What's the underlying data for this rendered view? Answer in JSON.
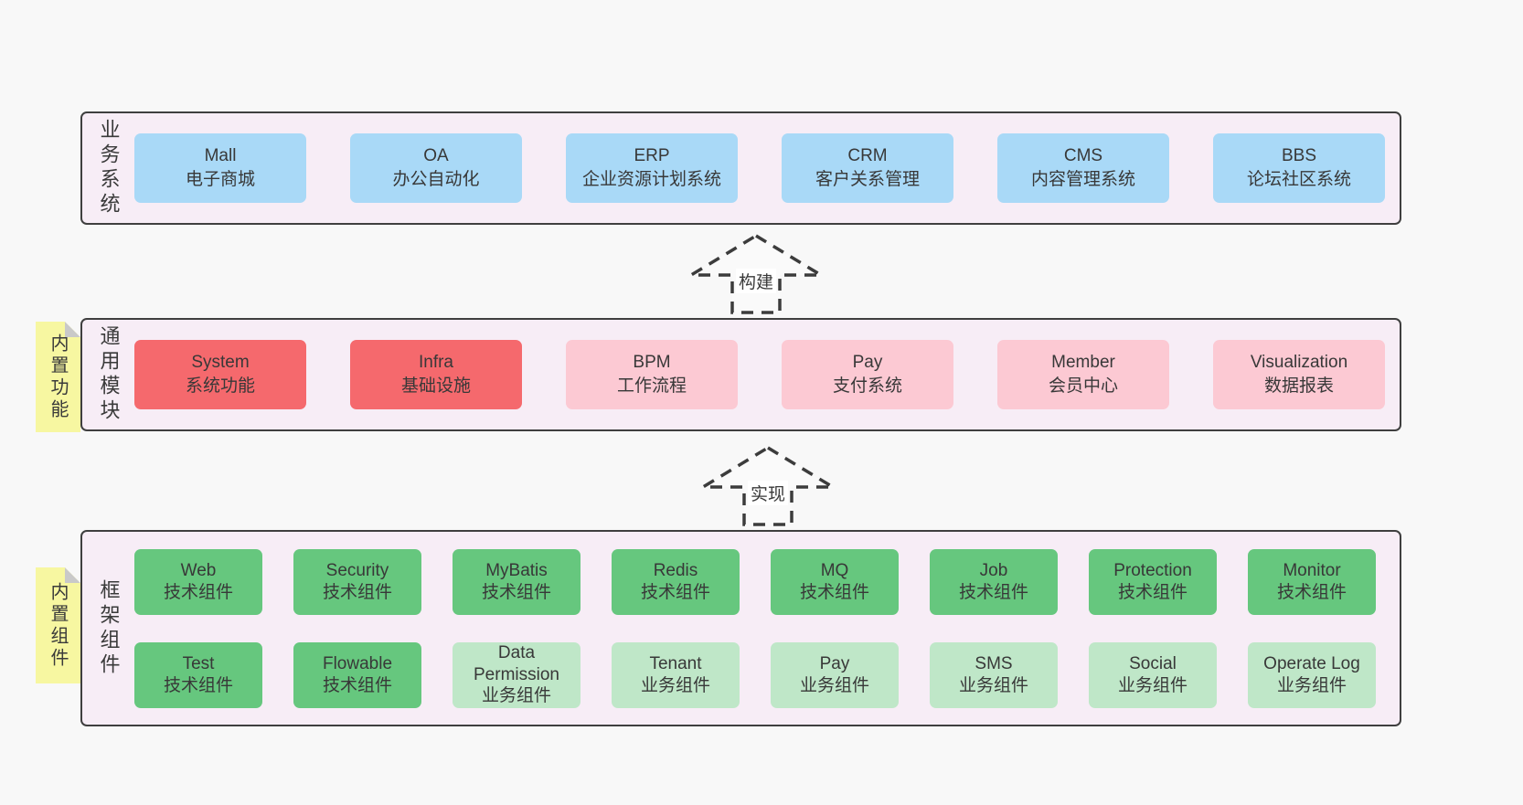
{
  "colors": {
    "page_bg": "#f8f8f8",
    "band_bg": "#f7edf6",
    "band_border": "#3f3f3f",
    "blue": "#a9d9f7",
    "red": "#f5696d",
    "pink": "#fcc9d3",
    "green_dark": "#66c77e",
    "green_light": "#bfe7c8",
    "sticky_yellow": "#f7f7a1",
    "sticky_fold": "#c9c9c9",
    "text": "#3a3a3a"
  },
  "arrows": {
    "build": "构建",
    "implement": "实现"
  },
  "bands": {
    "business": {
      "label": "业务系统",
      "boxes": [
        {
          "title": "Mall",
          "subtitle": "电子商城"
        },
        {
          "title": "OA",
          "subtitle": "办公自动化"
        },
        {
          "title": "ERP",
          "subtitle": "企业资源计划系统"
        },
        {
          "title": "CRM",
          "subtitle": "客户关系管理"
        },
        {
          "title": "CMS",
          "subtitle": "内容管理系统"
        },
        {
          "title": "BBS",
          "subtitle": "论坛社区系统"
        }
      ]
    },
    "modules": {
      "label": "通用模块",
      "sticky": "内置功能",
      "boxes": [
        {
          "title": "System",
          "subtitle": "系统功能",
          "color": "red"
        },
        {
          "title": "Infra",
          "subtitle": "基础设施",
          "color": "red"
        },
        {
          "title": "BPM",
          "subtitle": "工作流程",
          "color": "pink"
        },
        {
          "title": "Pay",
          "subtitle": "支付系统",
          "color": "pink"
        },
        {
          "title": "Member",
          "subtitle": "会员中心",
          "color": "pink"
        },
        {
          "title": "Visualization",
          "subtitle": "数据报表",
          "color": "pink"
        }
      ]
    },
    "framework": {
      "label": "框架组件",
      "sticky": "内置组件",
      "row1": [
        {
          "title": "Web",
          "subtitle": "技术组件",
          "color": "green_dark"
        },
        {
          "title": "Security",
          "subtitle": "技术组件",
          "color": "green_dark"
        },
        {
          "title": "MyBatis",
          "subtitle": "技术组件",
          "color": "green_dark"
        },
        {
          "title": "Redis",
          "subtitle": "技术组件",
          "color": "green_dark"
        },
        {
          "title": "MQ",
          "subtitle": "技术组件",
          "color": "green_dark"
        },
        {
          "title": "Job",
          "subtitle": "技术组件",
          "color": "green_dark"
        },
        {
          "title": "Protection",
          "subtitle": "技术组件",
          "color": "green_dark"
        },
        {
          "title": "Monitor",
          "subtitle": "技术组件",
          "color": "green_dark"
        }
      ],
      "row2": [
        {
          "title": "Test",
          "subtitle": "技术组件",
          "color": "green_dark"
        },
        {
          "title": "Flowable",
          "subtitle": "技术组件",
          "color": "green_dark"
        },
        {
          "title": "Data Permission",
          "subtitle": "业务组件",
          "color": "green_light"
        },
        {
          "title": "Tenant",
          "subtitle": "业务组件",
          "color": "green_light"
        },
        {
          "title": "Pay",
          "subtitle": "业务组件",
          "color": "green_light"
        },
        {
          "title": "SMS",
          "subtitle": "业务组件",
          "color": "green_light"
        },
        {
          "title": "Social",
          "subtitle": "业务组件",
          "color": "green_light"
        },
        {
          "title": "Operate Log",
          "subtitle": "业务组件",
          "color": "green_light"
        }
      ]
    }
  }
}
